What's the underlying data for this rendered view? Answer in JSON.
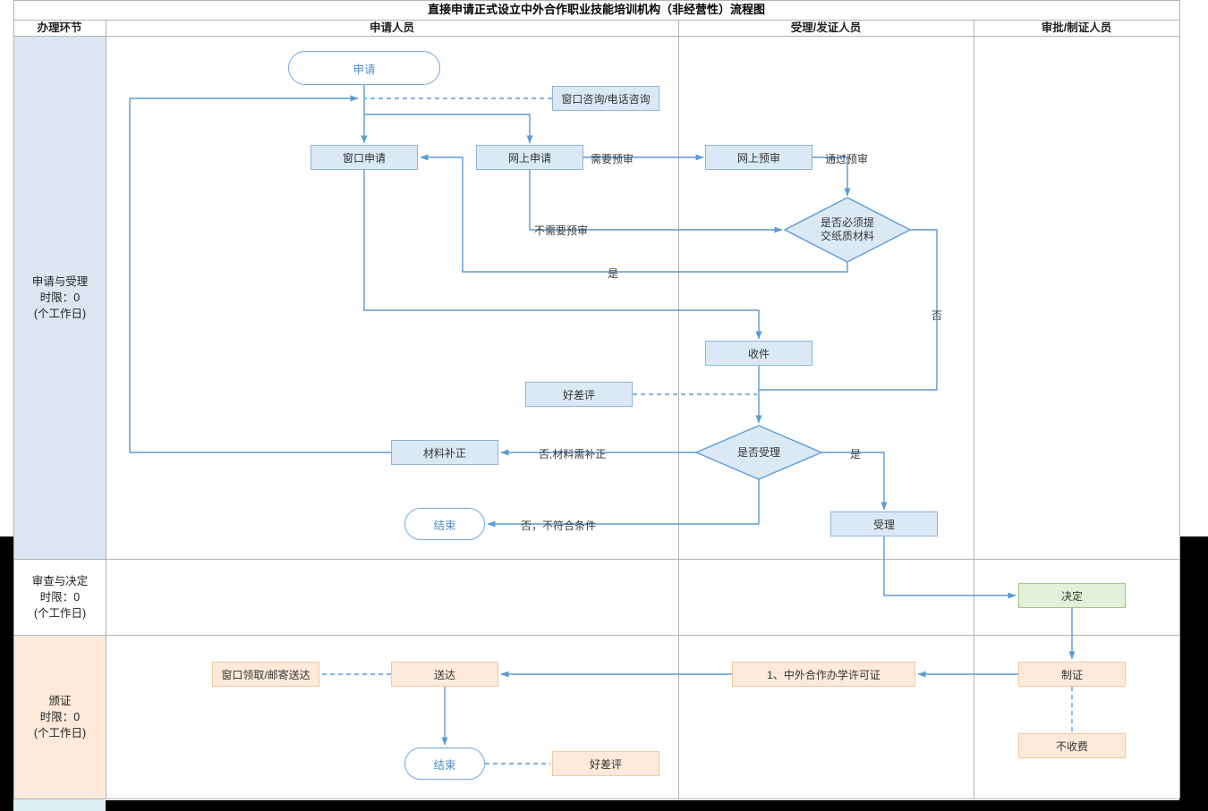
{
  "title": "直接申请正式设立中外合作职业技能培训机构（非经营性）流程图",
  "columns": [
    "办理环节",
    "申请人员",
    "受理/发证人员",
    "审批/制证人员"
  ],
  "lanes": [
    {
      "name": "申请与受理",
      "limit": "时限：0",
      "unit": "(个工作日)"
    },
    {
      "name": "审查与决定",
      "limit": "时限：0",
      "unit": "(个工作日)"
    },
    {
      "name": "颁证",
      "limit": "时限：0",
      "unit": "(个工作日)"
    }
  ],
  "nodes": {
    "apply": "申请",
    "window_consult": "窗口咨询/电话咨询",
    "window_apply": "窗口申请",
    "online_apply": "网上申请",
    "online_preview": "网上预审",
    "need_paper": "是否必须提交纸质材料",
    "receive": "收件",
    "evaluation1": "好差评",
    "accept_decision": "是否受理",
    "material_fix": "材料补正",
    "end1": "结束",
    "accept": "受理",
    "decide": "决定",
    "make_cert": "制证",
    "license": "1、中外合作办学许可证",
    "deliver": "送达",
    "window_pickup": "窗口领取/邮寄送达",
    "end2": "结束",
    "evaluation2": "好差评",
    "no_fee": "不收费"
  },
  "edge_labels": {
    "need_preview": "需要预审",
    "pass_preview": "通过预审",
    "no_need_preview": "不需要预审",
    "yes1": "是",
    "no1": "否",
    "no_material": "否,材料需补正",
    "yes2": "是",
    "no_reject": "否，不符合条件"
  },
  "colors": {
    "connector_line": "#5B9BD5",
    "lane1_cell_fill": "#DCE6F2",
    "lane3_cell_fill": "#FDEADA",
    "bottom_cell_fill": "#DAEEF3",
    "node_blue_fill": "#DBE9F6",
    "node_green_fill": "#E2EFDA",
    "node_orange_fill": "#FDEADA",
    "pill_border": "#74A7D8"
  }
}
